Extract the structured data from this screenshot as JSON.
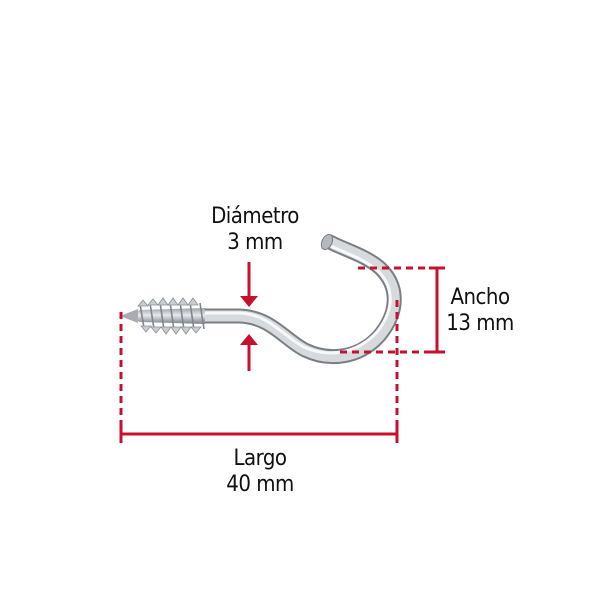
{
  "diagram": {
    "subject": "screw hook (armella abierta)",
    "accent_color": "#c8102e",
    "dimensions": {
      "diameter": {
        "title": "Diámetro",
        "value": "3 mm"
      },
      "width": {
        "title": "Ancho",
        "value": "13 mm"
      },
      "length": {
        "title": "Largo",
        "value": "40 mm"
      }
    }
  }
}
